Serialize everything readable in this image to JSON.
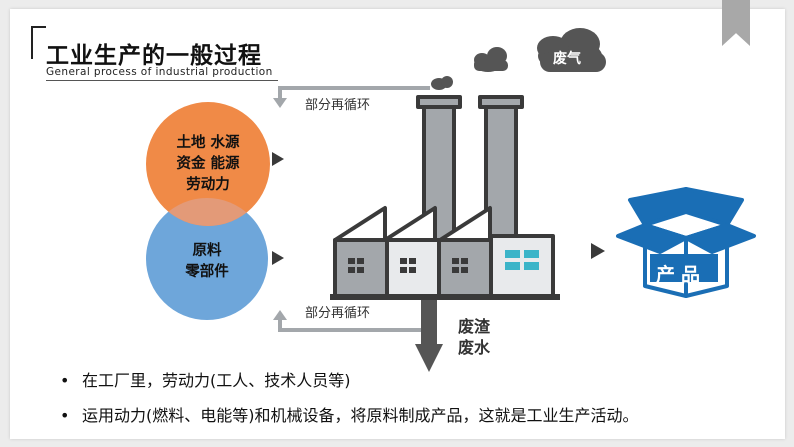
{
  "title": "工业生产的一般过程",
  "subtitle": "General process of industrial production",
  "inputs": {
    "resources": [
      "土地 水源",
      "资金 能源",
      "劳动力"
    ],
    "materials": [
      "原料",
      "零部件"
    ]
  },
  "recycle_top": "部分再循环",
  "recycle_bottom": "部分再循环",
  "waste_gas": "废气",
  "waste_output": [
    "废渣",
    "废水"
  ],
  "product": "产品",
  "bullets": [
    "在工厂里，劳动力(工人、技术人员等)",
    "运用动力(燃料、电能等)和机械设备，将原料制成产品，这就是工业生产活动。"
  ],
  "colors": {
    "resources_circle": "#f08a47",
    "materials_circle": "#6ea6da",
    "factory_gray": "#a3a7ab",
    "factory_dark": "#3a3a3a",
    "box_blue": "#1a6eb5",
    "window_cyan": "#3bb4c8"
  },
  "icons": [
    "bookmark-ribbon-icon",
    "cloud-icon",
    "factory-icon",
    "box-icon",
    "arrow-right-icon",
    "recycle-arrow-icon"
  ]
}
